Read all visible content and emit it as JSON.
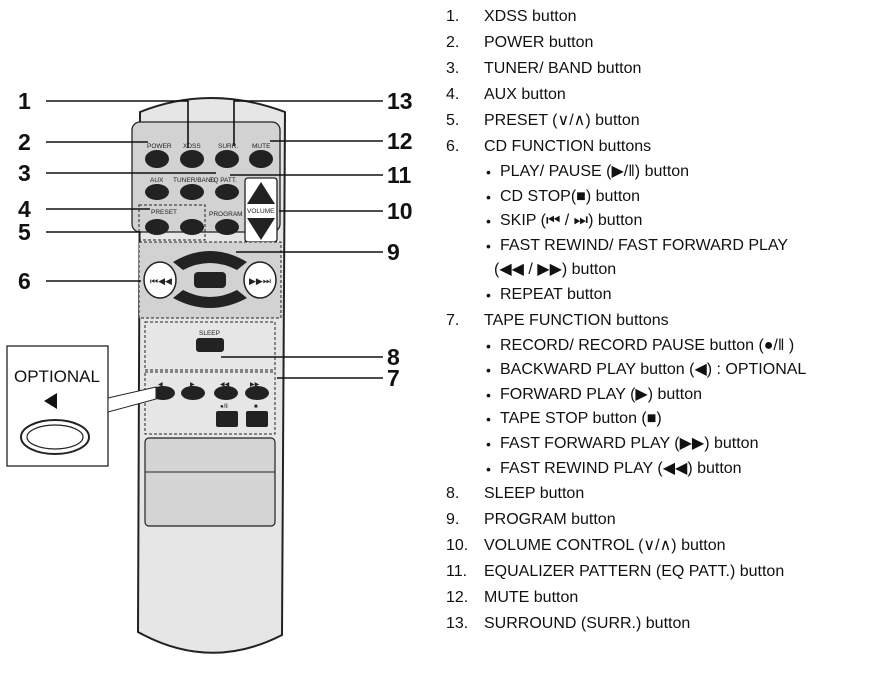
{
  "diagram": {
    "optional_label": "OPTIONAL",
    "callouts": [
      "1",
      "2",
      "3",
      "4",
      "5",
      "6",
      "7",
      "8",
      "9",
      "10",
      "11",
      "12",
      "13"
    ],
    "buttons": {
      "power": "POWER",
      "xdss": "XDSS",
      "surr": "SURR.",
      "mute": "MUTE",
      "aux": "AUX",
      "tuner_band": "TUNER/BAND",
      "eq_patt": "EQ PATT.",
      "volume": "VOLUME",
      "preset": "PRESET",
      "program": "PROGRAM",
      "sleep": "SLEEP"
    }
  },
  "legend": [
    {
      "num": "1.",
      "text": "XDSS button"
    },
    {
      "num": "2.",
      "text": "POWER button"
    },
    {
      "num": "3.",
      "text": "TUNER/ BAND button"
    },
    {
      "num": "4.",
      "text": "AUX button"
    },
    {
      "num": "5.",
      "text": "PRESET (∨/∧) button"
    },
    {
      "num": "6.",
      "text": "CD FUNCTION buttons"
    },
    {
      "sub": "PLAY/ PAUSE (▶/‖) button"
    },
    {
      "sub": "CD STOP(■) button"
    },
    {
      "sub": "SKIP (⏮ / ⏭) button"
    },
    {
      "sub": "FAST REWIND/ FAST FORWARD PLAY"
    },
    {
      "cont": "(◀◀ / ▶▶) button"
    },
    {
      "sub": "REPEAT button"
    },
    {
      "num": "7.",
      "text": "TAPE FUNCTION buttons"
    },
    {
      "sub": "RECORD/ RECORD PAUSE button (●/‖ )"
    },
    {
      "sub": "BACKWARD PLAY button (◀) : OPTIONAL"
    },
    {
      "sub": "FORWARD PLAY (▶) button"
    },
    {
      "sub": "TAPE STOP button (■)"
    },
    {
      "sub": "FAST FORWARD PLAY (▶▶) button"
    },
    {
      "sub": "FAST REWIND PLAY (◀◀) button"
    },
    {
      "num": "8.",
      "text": "SLEEP button"
    },
    {
      "num": "9.",
      "text": "PROGRAM button"
    },
    {
      "num": "10.",
      "text": "VOLUME CONTROL (∨/∧) button"
    },
    {
      "num": "11.",
      "text": "EQUALIZER PATTERN (EQ PATT.) button"
    },
    {
      "num": "12.",
      "text": "MUTE button"
    },
    {
      "num": "13.",
      "text": "SURROUND (SURR.) button"
    }
  ]
}
